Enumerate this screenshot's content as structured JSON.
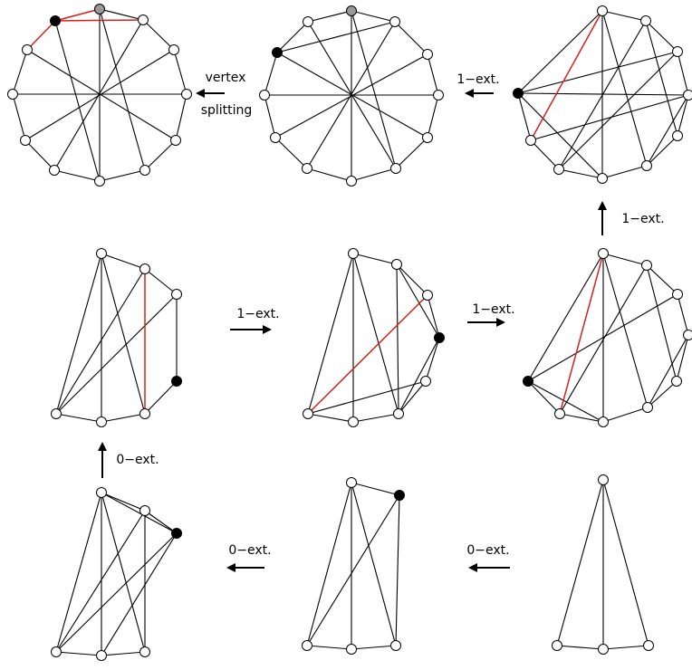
{
  "colors": {
    "edge": "#000000",
    "highlight_edge": "#d62020",
    "vertex_default": "#ffffff",
    "vertex_new": "#000000",
    "vertex_split": "#999999"
  },
  "steps": [
    {
      "id": "A",
      "vertices": [
        [
          "v1",
          "white"
        ],
        [
          "v2",
          "white"
        ],
        [
          "v3",
          "white"
        ]
      ],
      "edges": [
        [
          "v1",
          "v2"
        ],
        [
          "v1",
          "v3"
        ],
        [
          "v2",
          "v3"
        ]
      ]
    },
    {
      "id": "B",
      "vertices": [
        [
          "v1",
          "white"
        ],
        [
          "v2",
          "white"
        ],
        [
          "v3",
          "white"
        ],
        [
          "v4",
          "black"
        ]
      ],
      "edges": [
        [
          "v1",
          "v2"
        ],
        [
          "v1",
          "v3"
        ],
        [
          "v2",
          "v3"
        ],
        [
          "v1",
          "v4"
        ],
        [
          "v3",
          "v4"
        ],
        [
          "v2",
          "v4"
        ]
      ]
    },
    {
      "id": "C",
      "vertices": [
        [
          "v1",
          "white"
        ],
        [
          "v2",
          "white"
        ],
        [
          "v3",
          "white"
        ],
        [
          "v4",
          "white"
        ],
        [
          "v5",
          "black"
        ]
      ],
      "edges": [
        [
          "v1",
          "v2"
        ],
        [
          "v1",
          "v3"
        ],
        [
          "v2",
          "v3"
        ],
        [
          "v1",
          "v4"
        ],
        [
          "v3",
          "v4"
        ],
        [
          "v2",
          "v4"
        ],
        [
          "v1",
          "v5"
        ],
        [
          "v4",
          "v5"
        ],
        [
          "v2",
          "v5"
        ]
      ]
    },
    {
      "id": "D",
      "vertices": [
        [
          "v1",
          "white"
        ],
        [
          "v2",
          "white"
        ],
        [
          "v3",
          "white"
        ],
        [
          "v4",
          "white"
        ],
        [
          "v5",
          "white"
        ],
        [
          "v6",
          "black"
        ]
      ],
      "edges": [
        [
          "v1",
          "v2"
        ],
        [
          "v1",
          "v3"
        ],
        [
          "v2",
          "v3"
        ],
        [
          "v1",
          "v4"
        ],
        [
          "v4",
          "v5"
        ],
        [
          "v2",
          "v5"
        ],
        [
          "v1",
          "v6"
        ],
        [
          "v3",
          "v6"
        ],
        [
          "v5",
          "v6"
        ],
        [
          "v2",
          "v4"
        ],
        [
          "v4",
          "v3"
        ]
      ],
      "removed_edge": [
        "v3",
        "v4"
      ]
    }
  ],
  "labels": {
    "vertex_splitting_1": "vertex",
    "vertex_splitting_2": "splitting",
    "one_ext_top": "1−ext.",
    "one_ext_right": "1−ext.",
    "one_ext_mid_left": "1−ext.",
    "one_ext_mid_right": "1−ext.",
    "zero_ext_left": "0−ext.",
    "zero_ext_bottom_left": "0−ext.",
    "zero_ext_bottom_right": "0−ext."
  }
}
